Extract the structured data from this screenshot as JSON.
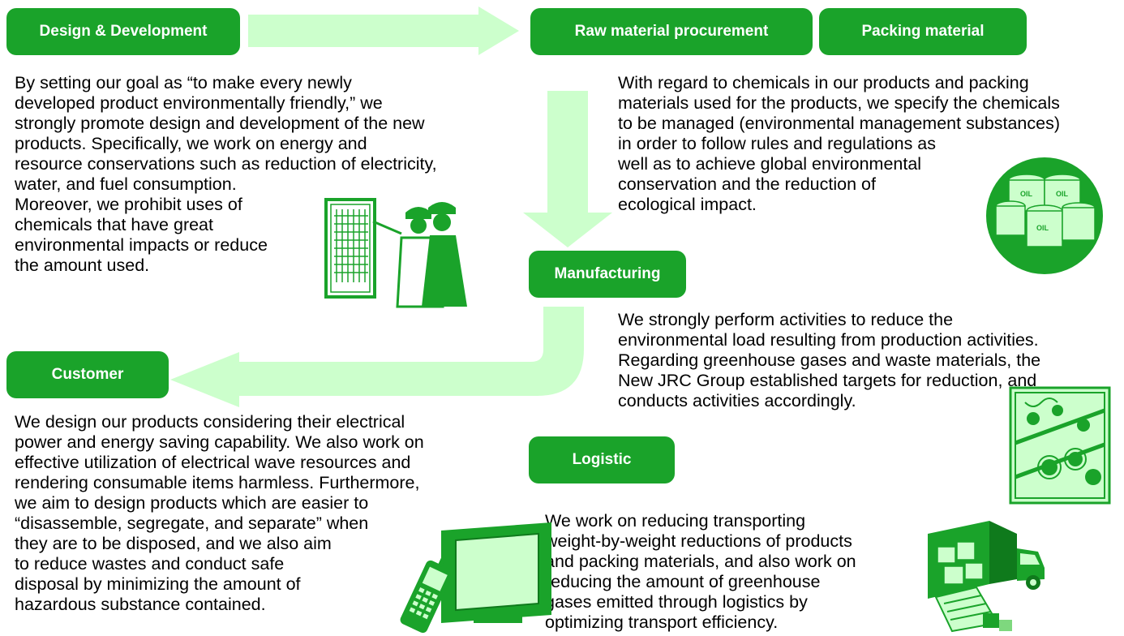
{
  "stages": {
    "design": "Design & Development",
    "raw": "Raw material procurement",
    "packing": "Packing material",
    "manufacturing": "Manufacturing",
    "customer": "Customer",
    "logistic": "Logistic"
  },
  "texts": {
    "design": [
      "By setting our goal as “to make every newly",
      "developed product environmentally friendly,” we",
      "strongly promote design and development of the new",
      "products. Specifically, we work on energy and",
      "resource conservations such as reduction of electricity,",
      "water, and fuel consumption.",
      "Moreover, we prohibit uses of",
      "chemicals that have great",
      "environmental impacts or reduce",
      "the amount used."
    ],
    "raw": [
      "With regard to chemicals in our products and packing",
      "materials used for the products, we specify the chemicals",
      "to be managed (environmental management substances)",
      "in order to follow rules and regulations as",
      "well as to achieve global environmental",
      "conservation and the reduction of",
      "ecological impact."
    ],
    "manufacturing": [
      "We strongly perform activities to reduce the",
      "environmental load resulting from production activities.",
      "Regarding greenhouse gases and waste materials, the",
      "New JRC Group established targets for reduction, and",
      "conducts activities accordingly."
    ],
    "customer": [
      "We design our products considering their electrical",
      "power and energy saving capability.  We also work on",
      "effective utilization of electrical wave resources and",
      "rendering consumable items harmless.  Furthermore,",
      "we aim to design products which are easier to",
      "“disassemble, segregate, and separate” when",
      "they are to be disposed, and we also aim",
      "to reduce wastes and conduct safe",
      "disposal by minimizing the amount of",
      "hazardous substance contained."
    ],
    "logistic": [
      "We work on reducing transporting",
      "weight-by-weight reductions of products",
      "and packing materials, and also work on",
      "reducing the amount of greenhouse",
      "gases emitted through logistics by",
      "optimizing transport efficiency."
    ]
  },
  "drum_label": "OIL",
  "colors": {
    "label_bg": "#1aa32a",
    "arrow": "#ccffcc",
    "icon": "#1aa32a"
  }
}
